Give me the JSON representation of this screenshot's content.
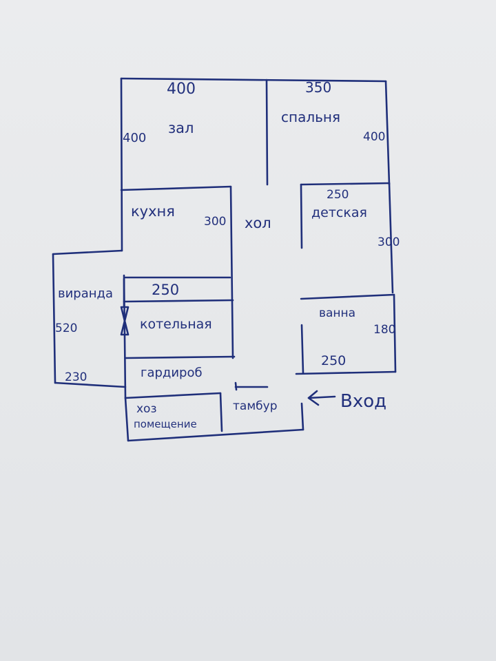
{
  "colors": {
    "ink": "#1f2f7a",
    "paper": "#e9eaec"
  },
  "rooms": {
    "zal": {
      "name": "зал",
      "width": "400",
      "height": "400"
    },
    "spalnya": {
      "name": "спальня",
      "width": "350",
      "height": "400"
    },
    "kukhnya": {
      "name": "кухня",
      "height": "300",
      "width": "250"
    },
    "khol": {
      "name": "хол"
    },
    "detskaya": {
      "name": "детская",
      "width": "250",
      "height": "300"
    },
    "veranda": {
      "name": "виранда",
      "height": "520",
      "width": "230"
    },
    "kotelnaya": {
      "name": "котельная"
    },
    "vanna": {
      "name": "ванна",
      "height": "180",
      "width": "250"
    },
    "garderob": {
      "name": "гардироб"
    },
    "khoz": {
      "name_line1": "хоз",
      "name_line2": "помещение"
    },
    "tambur": {
      "name": "тамбур"
    }
  },
  "entrance": {
    "label": "Вход"
  }
}
